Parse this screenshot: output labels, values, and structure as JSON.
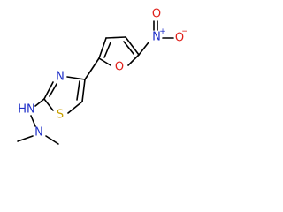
{
  "molecule": {
    "atoms": {
      "nitro_o_top": "O",
      "nitro_n": "N",
      "nitro_o_right": "O",
      "furan_o": "O",
      "thiazole_n": "N",
      "thiazole_s": "S",
      "hydrazine_nh": "HN",
      "hydrazine_n": "N"
    },
    "charges": {
      "nitro_o_right": "−",
      "nitro_n": "+"
    },
    "colors": {
      "bond": "#000000",
      "oxygen": "#e0201a",
      "nitrogen": "#2030c8",
      "sulfur": "#c8a000"
    }
  }
}
